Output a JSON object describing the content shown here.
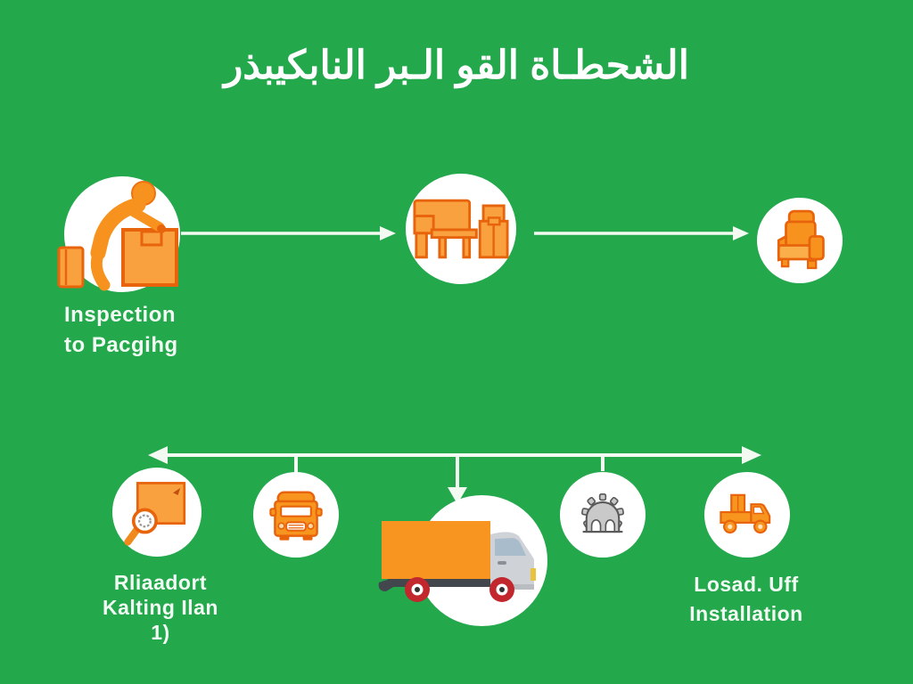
{
  "title": "الشحطـاة القو الـبر النابكيبذر",
  "colors": {
    "background": "#23A84C",
    "icon_orange_fill": "#F9A03F",
    "icon_orange_solid": "#F8921E",
    "icon_orange_stroke": "#E8640C",
    "line_white": "#F2FAF2",
    "gear_gray": "#C9C9C9",
    "gear_stroke": "#5A5A5A",
    "truck_cab_gray": "#CFD3D8",
    "truck_window_blue": "#A9BCCB",
    "wheel_red": "#C1272D",
    "chassis_dark": "#42464D"
  },
  "top_flow": {
    "step1": {
      "icon": "person-packing-icon",
      "label_line1": "Inspection",
      "label_line2": "to Pacgihg"
    },
    "arrow1_icon": "arrow-right-icon",
    "step2": {
      "icon": "furniture-icon"
    },
    "arrow2_icon": "arrow-right-icon",
    "step3": {
      "icon": "armchair-icon"
    }
  },
  "bottom_flow": {
    "timeline_icon": "double-arrow-timeline-icon",
    "nodes": [
      {
        "icon": "board-magnifier-icon"
      },
      {
        "icon": "van-front-icon"
      },
      {
        "icon": "moving-truck-icon"
      },
      {
        "icon": "gear-icon"
      },
      {
        "icon": "pickup-truck-icon"
      }
    ],
    "left_label": {
      "line1": "Rliaadort",
      "line2": "Kalting Ilan",
      "line3": "1)"
    },
    "right_label": {
      "line1": "Losad. Uff",
      "line2": "Installation"
    }
  }
}
